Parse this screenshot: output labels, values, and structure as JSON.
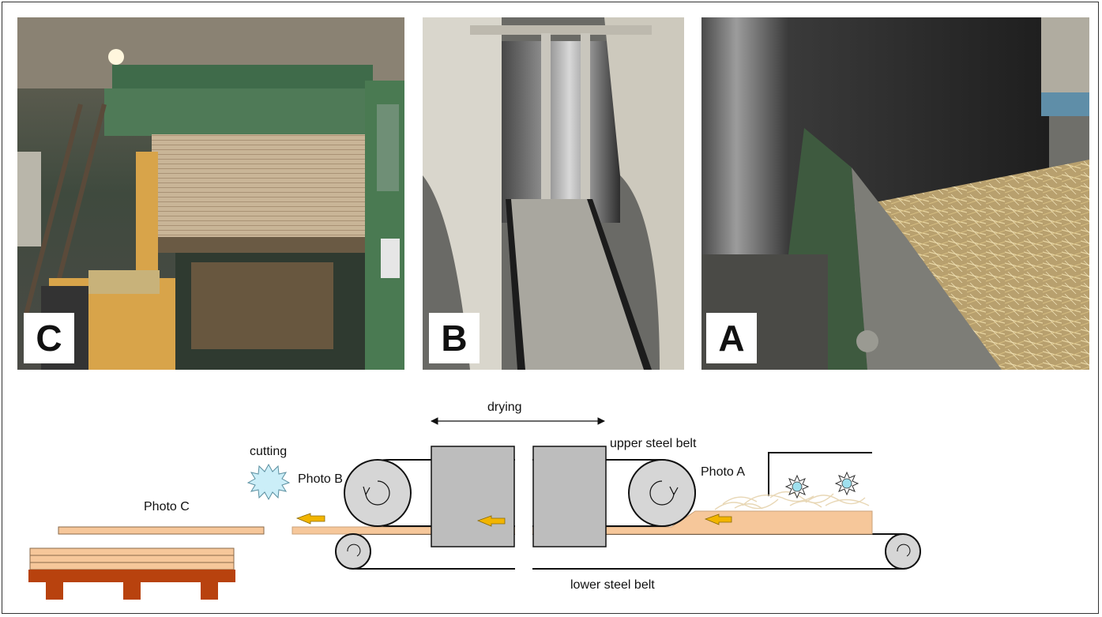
{
  "photos": {
    "c": {
      "letter": "C"
    },
    "b": {
      "letter": "B"
    },
    "a": {
      "letter": "A"
    }
  },
  "diagram": {
    "drying_label": "drying",
    "cutting_label": "cutting",
    "upper_belt_label": "upper steel belt",
    "lower_belt_label": "lower steel belt",
    "photo_a_label": "Photo A",
    "photo_b_label": "Photo B",
    "photo_c_label": "Photo C"
  },
  "colors": {
    "mat": "#f6c79a",
    "press": "#bdbdbd",
    "roller": "#d6d6d6",
    "arrow": "#f2b500",
    "pallet": "#b8420e",
    "cutter": "#cbeef8",
    "fiber": "#e8d7b5"
  }
}
